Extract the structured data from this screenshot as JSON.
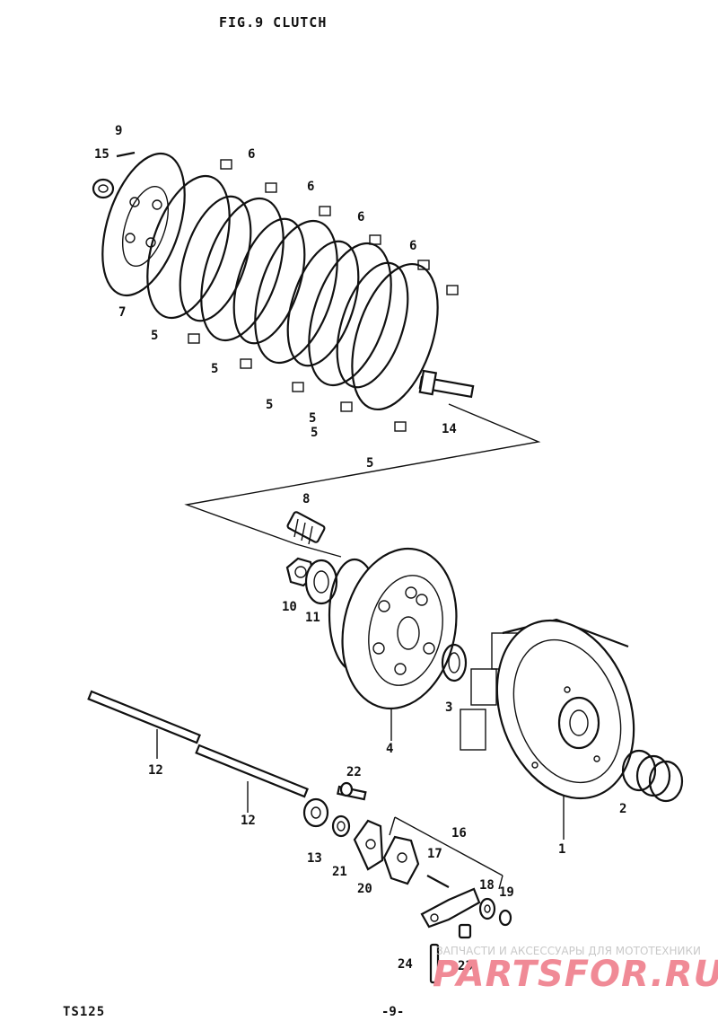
{
  "header": {
    "title": "FIG.9  CLUTCH"
  },
  "footer": {
    "model": "TS125",
    "page": "-9-"
  },
  "watermark": {
    "text": "ЗАПЧАСТИ И АКСЕССУАРЫ ДЛЯ МОТОТЕХНИКИ",
    "logo": "PARTSFOR.RU",
    "logo_color": "#f08a96"
  },
  "callouts": {
    "c1": "1",
    "c2": "2",
    "c3": "3",
    "c4": "4",
    "c5a": "5",
    "c5b": "5",
    "c5c": "5",
    "c5d": "5",
    "c5e": "5",
    "c5f": "5",
    "c6a": "6",
    "c6b": "6",
    "c6c": "6",
    "c6d": "6",
    "c7": "7",
    "c8": "8",
    "c9": "9",
    "c10": "10",
    "c11": "11",
    "c12a": "12",
    "c12b": "12",
    "c13": "13",
    "c14": "14",
    "c15": "15",
    "c16": "16",
    "c17": "17",
    "c18": "18",
    "c19": "19",
    "c20": "20",
    "c21": "21",
    "c22": "22",
    "c23": "23",
    "c24": "24"
  }
}
